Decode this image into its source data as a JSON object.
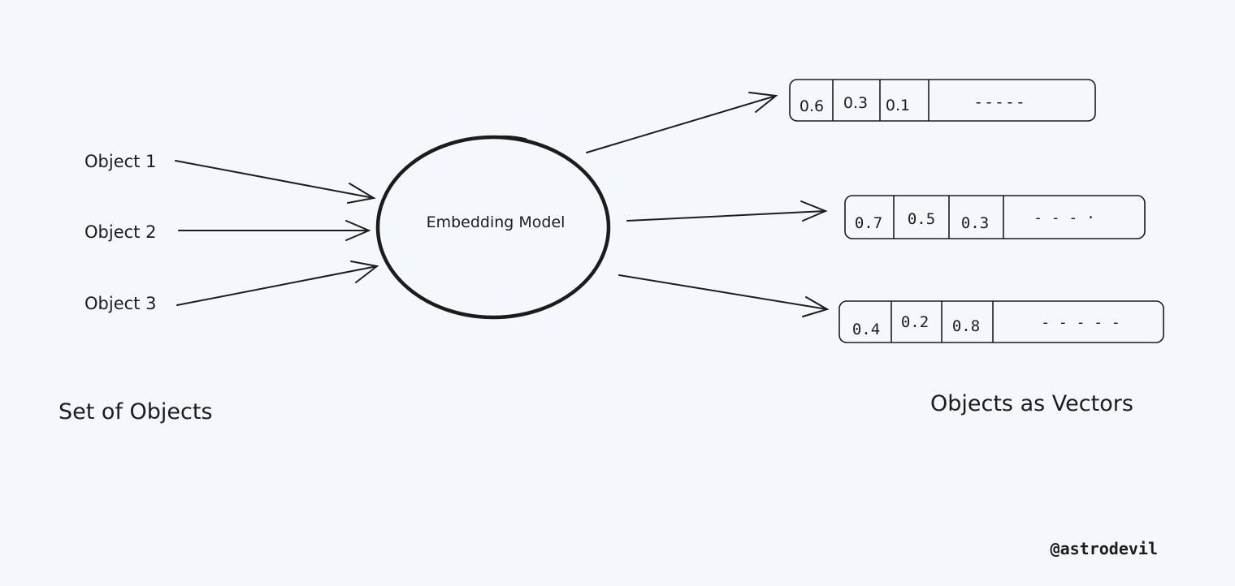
{
  "objects": [
    "Object 1",
    "Object 2",
    "Object 3"
  ],
  "model_label": "Embedding Model",
  "left_caption": "Set of Objects",
  "right_caption": "Objects as Vectors",
  "vectors": [
    {
      "values": [
        "0.6",
        "0.3",
        "0.1"
      ],
      "ellipsis": "- - - - -"
    },
    {
      "values": [
        "0.7",
        "0.5",
        "0.3"
      ],
      "ellipsis": "- - - ·"
    },
    {
      "values": [
        "0.4",
        "0.2",
        "0.8"
      ],
      "ellipsis": "- - - - -"
    }
  ],
  "credit": "@astrodevil"
}
